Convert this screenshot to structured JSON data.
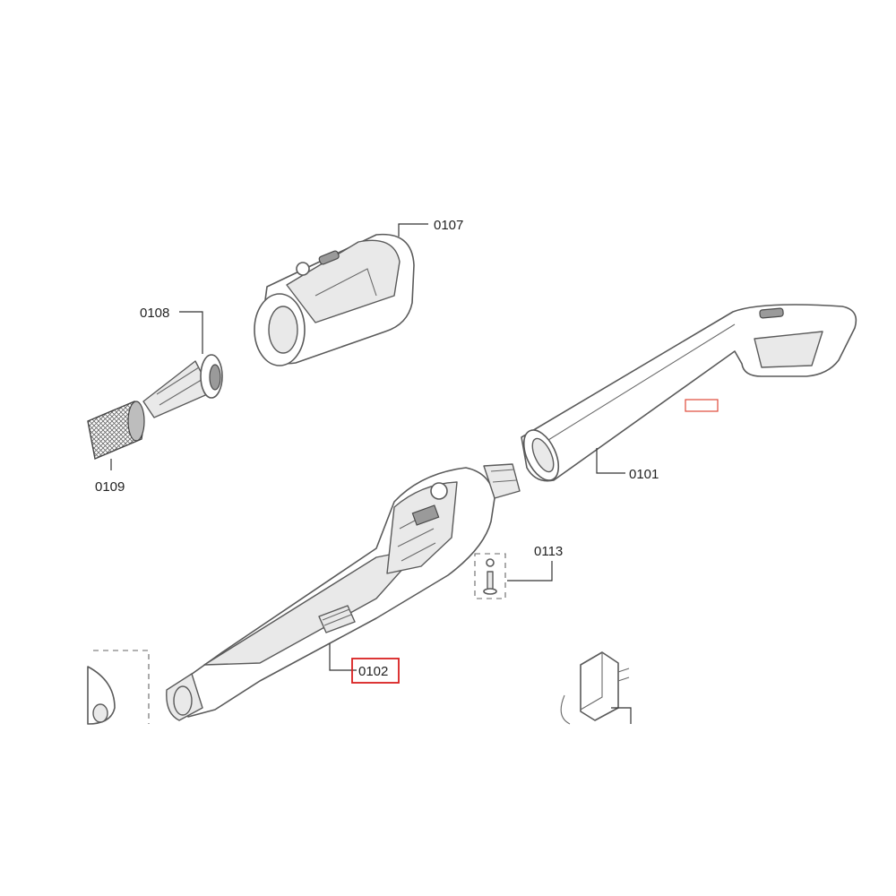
{
  "callouts": {
    "c0101": "0101",
    "c0102": "0102",
    "c0107": "0107",
    "c0108": "0108",
    "c0109": "0109",
    "c0113": "0113"
  },
  "colors": {
    "highlight": "#d92020",
    "outline": "#5a5a5a",
    "fill": "#e9e9e9"
  },
  "highlighted_part": "0102"
}
